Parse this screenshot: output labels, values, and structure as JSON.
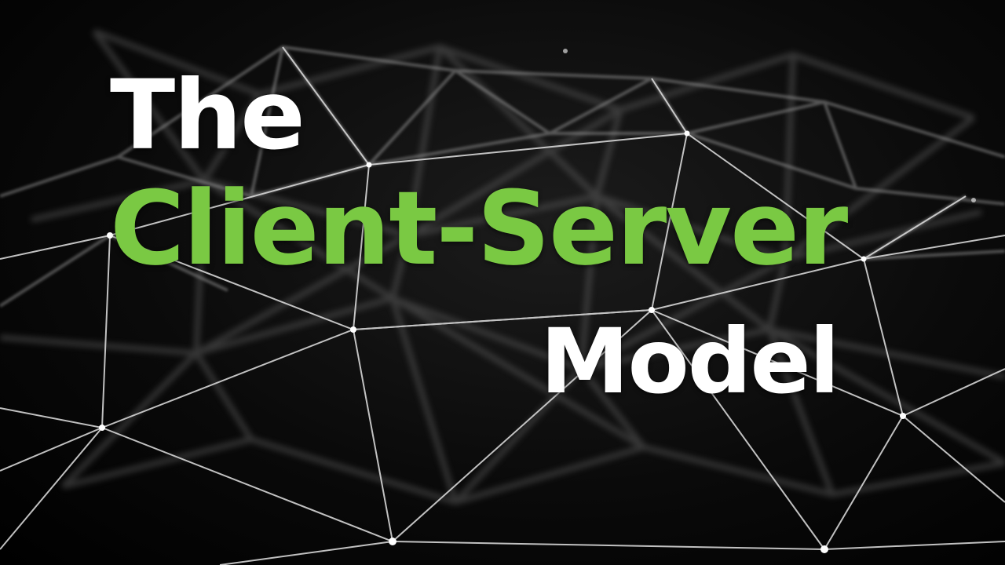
{
  "title": {
    "line1": "The",
    "line2": "Client-Server",
    "line3": "Model"
  },
  "colors": {
    "background": "#000000",
    "accent_green": "#7ac943",
    "text_white": "#ffffff",
    "mesh_line": "#cfcfcf"
  }
}
